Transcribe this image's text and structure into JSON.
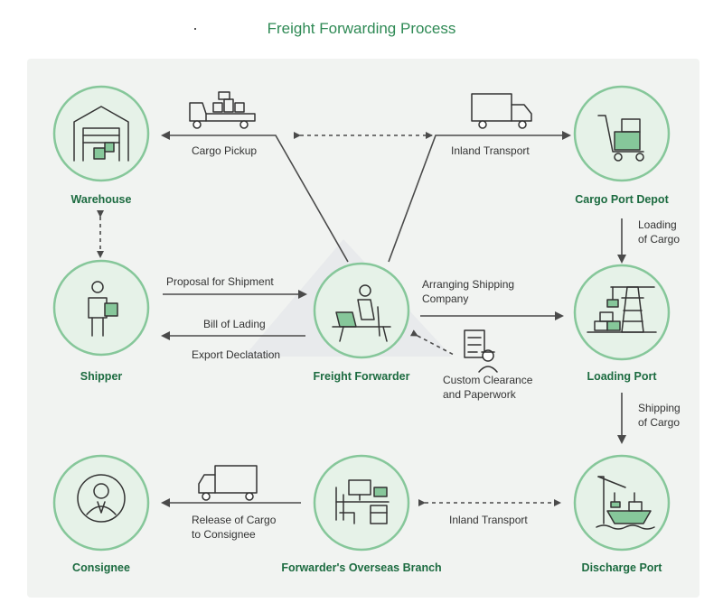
{
  "title": "Freight Forwarding Process",
  "nodes": {
    "warehouse": "Warehouse",
    "cargo_port_depot": "Cargo Port Depot",
    "shipper": "Shipper",
    "freight_forwarder": "Freight Forwarder",
    "loading_port": "Loading Port",
    "consignee": "Consignee",
    "overseas_branch": "Forwarder's Overseas Branch",
    "discharge_port": "Discharge Port"
  },
  "labels": {
    "cargo_pickup": "Cargo Pickup",
    "inland_transport_top": "Inland Transport",
    "loading_of_cargo_1": "Loading",
    "loading_of_cargo_2": "of Cargo",
    "proposal": "Proposal for Shipment",
    "bill_of_lading": "Bill of Lading",
    "export_declaration": "Export Declatation",
    "arranging_1": "Arranging Shipping",
    "arranging_2": "Company",
    "custom_1": "Custom Clearance",
    "custom_2": "and Paperwork",
    "shipping_of_cargo_1": "Shipping",
    "shipping_of_cargo_2": "of Cargo",
    "release_1": "Release of Cargo",
    "release_2": "to Consignee",
    "inland_transport_bottom": "Inland Transport"
  },
  "colors": {
    "accent": "#2f8a55",
    "node_ring": "#86c79a",
    "node_fill": "#e6f2e8",
    "line": "#4a4a4a"
  }
}
